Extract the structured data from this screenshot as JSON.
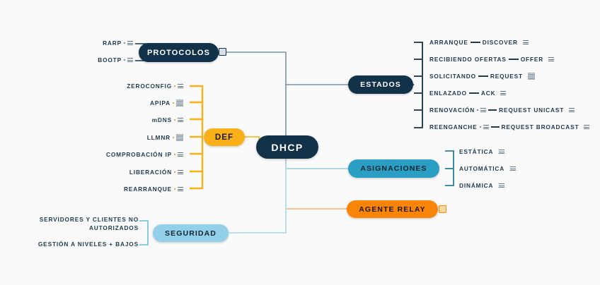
{
  "diagram": {
    "title": "DHCP",
    "background": "#fafafa",
    "colors": {
      "dark": "#12324a",
      "amber": "#f9b019",
      "teal": "#2a9fc3",
      "light_blue": "#92cfe9",
      "orange": "#f98508",
      "text": "#1d3a4f"
    }
  },
  "root": {
    "label": "DHCP"
  },
  "branches": {
    "protocolos": {
      "label": "PROTOCOLOS",
      "note_icon": "note-icon",
      "children": [
        {
          "label": "RARP",
          "icon": "note-icon"
        },
        {
          "label": "BOOTP",
          "icon": "note-icon"
        }
      ]
    },
    "def": {
      "label": "DEF",
      "children": [
        {
          "label": "ZEROCONFIG",
          "icon": "note-icon"
        },
        {
          "label": "APIPA",
          "icon": "note-icon"
        },
        {
          "label": "mDNS",
          "icon": "note-icon"
        },
        {
          "label": "LLMNR",
          "icon": "note-icon"
        },
        {
          "label": "COMPROBACIÓN IP",
          "icon": "note-icon"
        },
        {
          "label": "LIBERACIÓN",
          "icon": "note-icon"
        },
        {
          "label": "REARRANQUE",
          "icon": "note-icon"
        }
      ]
    },
    "estados": {
      "label": "ESTADOS",
      "children": [
        {
          "label": "ARRANQUE",
          "message": "DISCOVER",
          "icon": "note-icon"
        },
        {
          "label": "RECIBIENDO OFERTAS",
          "message": "OFFER",
          "icon": "note-icon"
        },
        {
          "label": "SOLICITANDO",
          "message": "REQUEST",
          "icon": "note-icon"
        },
        {
          "label": "ENLAZADO",
          "message": "ACK",
          "icon": "note-icon"
        },
        {
          "label": "RENOVACIÓN",
          "message": "REQUEST UNICAST",
          "icon": "note-icon",
          "label_icon": "note-icon"
        },
        {
          "label": "REENGANCHE",
          "message": "REQUEST BROADCAST",
          "icon": "note-icon",
          "label_icon": "note-icon"
        }
      ]
    },
    "asignaciones": {
      "label": "ASIGNACIONES",
      "children": [
        {
          "label": "ESTÁTICA",
          "icon": "note-icon"
        },
        {
          "label": "AUTOMÁTICA",
          "icon": "note-icon"
        },
        {
          "label": "DINÁMICA",
          "icon": "note-icon"
        }
      ]
    },
    "agente_relay": {
      "label": "AGENTE RELAY",
      "note_icon": "note-icon"
    },
    "seguridad": {
      "label": "SEGURIDAD",
      "children": [
        {
          "label": "SERVIDORES Y CLIENTES NO AUTORIZADOS"
        },
        {
          "label": "GESTIÓN A NIVELES + BAJOS"
        }
      ]
    }
  }
}
